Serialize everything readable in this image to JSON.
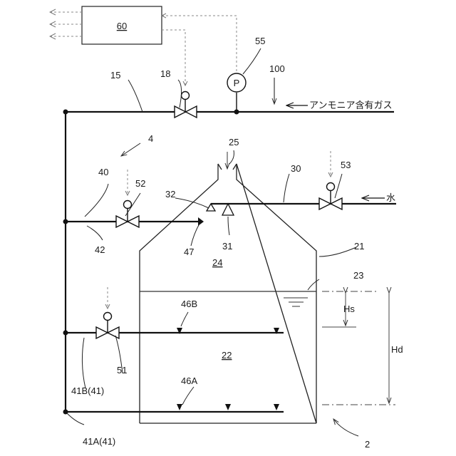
{
  "labels": {
    "controller": "60",
    "pressure_gauge_symbol": "P",
    "pressure_gauge": "55",
    "main_line": "15",
    "valve_main": "18",
    "system": "100",
    "ammonia_inlet": "アンモニア含有ガス",
    "assembly": "4",
    "nozzle": "25",
    "line_40": "40",
    "line_30": "30",
    "valve_water": "53",
    "water_inlet": "水",
    "valve_52": "52",
    "part_32": "32",
    "part_31": "31",
    "line_42": "42",
    "part_47": "47",
    "vessel": "21",
    "upper_space": "24",
    "liquid_surface": "23",
    "nozzle_46b": "46B",
    "dim_hs": "Hs",
    "valve_51": "51",
    "liquid_space": "22",
    "dim_hd": "Hd",
    "line_41b": "41B(41)",
    "nozzle_46a": "46A",
    "line_41a": "41A(41)",
    "apparatus": "2"
  }
}
